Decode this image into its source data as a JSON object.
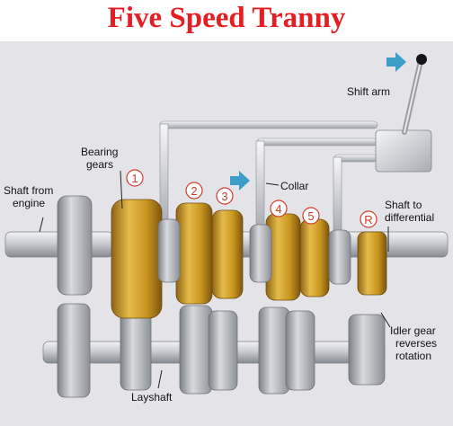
{
  "title": "Five Speed Tranny",
  "labels": {
    "shift_arm": "Shift arm",
    "bearing_gears_1": "Bearing",
    "bearing_gears_2": "gears",
    "collar": "Collar",
    "shaft_from_engine_1": "Shaft from",
    "shaft_from_engine_2": "engine",
    "shaft_to_differential_1": "Shaft to",
    "shaft_to_differential_2": "differential",
    "idler_gear_1": "Idler gear",
    "idler_gear_2": "reverses",
    "idler_gear_3": "rotation",
    "layshaft": "Layshaft"
  },
  "gear_markers": [
    "1",
    "2",
    "3",
    "4",
    "5",
    "R"
  ],
  "colors": {
    "title": "#e41e22",
    "marker": "#d03a2a",
    "arrow": "#3d9ec9",
    "gold_gear": "#d2a22c",
    "grey_gear": "#aeb1b5"
  }
}
